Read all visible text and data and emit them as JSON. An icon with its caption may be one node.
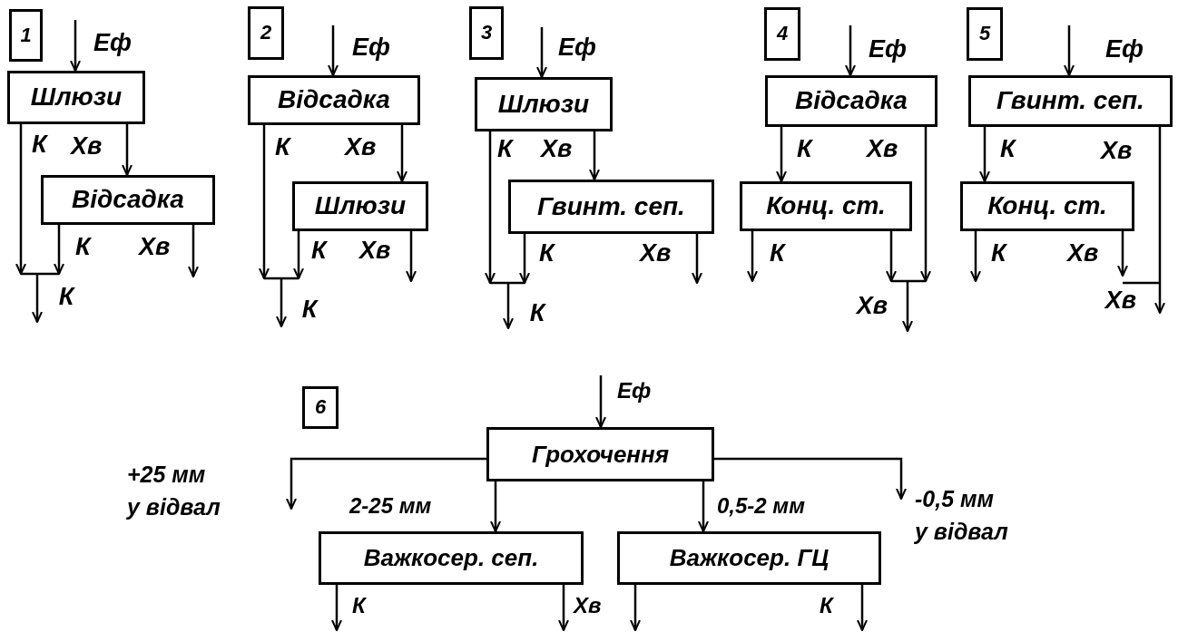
{
  "diagram": {
    "nodes": [
      {
        "text": [
          "1"
        ]
      },
      {
        "text": [
          "Шлюзи"
        ]
      },
      {
        "text": [
          "Відсадка"
        ]
      },
      {
        "text": [
          "2"
        ]
      },
      {
        "text": [
          "Відсадка"
        ]
      },
      {
        "text": [
          "Шлюзи"
        ]
      },
      {
        "text": [
          "3"
        ]
      },
      {
        "text": [
          "Шлюзи"
        ]
      },
      {
        "text": [
          "Гвинт. сеп."
        ]
      },
      {
        "text": [
          "4"
        ]
      },
      {
        "text": [
          "Відсадка"
        ]
      },
      {
        "text": [
          "Конц. ст."
        ]
      },
      {
        "text": [
          "5"
        ]
      },
      {
        "text": [
          "Гвинт. сеп."
        ]
      },
      {
        "text": [
          "Конц. ст."
        ]
      },
      {
        "text": [
          "6"
        ]
      },
      {
        "text": [
          "Грохочення"
        ]
      },
      {
        "text": [
          "Важкосер. сеп."
        ]
      },
      {
        "text": [
          "Важкосер. ГЦ"
        ]
      },
      {
        "text": [
          "К"
        ]
      },
      {
        "text": [
          "К"
        ]
      },
      {
        "text": [
          "К"
        ]
      },
      {
        "text": [
          "Хв"
        ]
      },
      {
        "text": [
          "Хв"
        ]
      }
    ],
    "edges": [
      {
        "from": null,
        "to": 1,
        "arrow": "to",
        "label": "Еф"
      },
      {
        "from": 1,
        "to": 19,
        "arrow": "to",
        "label": "К"
      },
      {
        "from": 1,
        "to": 2,
        "arrow": "to",
        "label": "Хв"
      },
      {
        "from": 2,
        "to": 19,
        "arrow": "to",
        "label": "К"
      },
      {
        "from": 2,
        "to": null,
        "arrow": "to",
        "label": "Хв"
      },
      {
        "from": null,
        "to": 4,
        "arrow": "to",
        "label": "Еф"
      },
      {
        "from": 4,
        "to": 20,
        "arrow": "to",
        "label": "К"
      },
      {
        "from": 4,
        "to": 5,
        "arrow": "to",
        "label": "Хв"
      },
      {
        "from": 5,
        "to": 20,
        "arrow": "to",
        "label": "К"
      },
      {
        "from": 5,
        "to": null,
        "arrow": "to",
        "label": "Хв"
      },
      {
        "from": null,
        "to": 7,
        "arrow": "to",
        "label": "Еф"
      },
      {
        "from": 7,
        "to": 21,
        "arrow": "to",
        "label": "К"
      },
      {
        "from": 7,
        "to": 8,
        "arrow": "to",
        "label": "Хв"
      },
      {
        "from": 8,
        "to": 21,
        "arrow": "to",
        "label": "К"
      },
      {
        "from": 8,
        "to": null,
        "arrow": "to",
        "label": "Хв"
      },
      {
        "from": null,
        "to": 10,
        "arrow": "to",
        "label": "Еф"
      },
      {
        "from": 10,
        "to": 11,
        "arrow": "to",
        "label": "К"
      },
      {
        "from": 10,
        "to": 22,
        "arrow": "to",
        "label": "Хв"
      },
      {
        "from": 11,
        "to": null,
        "arrow": "to",
        "label": "К"
      },
      {
        "from": 11,
        "to": 22,
        "arrow": "to"
      },
      {
        "from": null,
        "to": 13,
        "arrow": "to",
        "label": "Еф"
      },
      {
        "from": 13,
        "to": 14,
        "arrow": "to",
        "label": "К"
      },
      {
        "from": 13,
        "to": 23,
        "arrow": "to",
        "label": "Хв"
      },
      {
        "from": 14,
        "to": null,
        "arrow": "to",
        "label": "К"
      },
      {
        "from": 14,
        "to": 23,
        "arrow": "to",
        "label": "Хв"
      },
      {
        "from": null,
        "to": 16,
        "arrow": "to",
        "label": "Еф"
      },
      {
        "from": 16,
        "to": null,
        "arrow": "to",
        "label": "+25 мм у відвал"
      },
      {
        "from": 16,
        "to": 17,
        "arrow": "to",
        "label": "2-25 мм"
      },
      {
        "from": 16,
        "to": 18,
        "arrow": "to",
        "label": "0,5-2 мм"
      },
      {
        "from": 16,
        "to": null,
        "arrow": "to",
        "label": "-0,5 мм у відвал"
      },
      {
        "from": 17,
        "to": null,
        "arrow": "to",
        "label": "К"
      },
      {
        "from": 17,
        "to": null,
        "arrow": "to",
        "label": "Хв"
      },
      {
        "from": 18,
        "to": null,
        "arrow": "to"
      },
      {
        "from": 18,
        "to": null,
        "arrow": "to",
        "label": "К"
      }
    ]
  }
}
